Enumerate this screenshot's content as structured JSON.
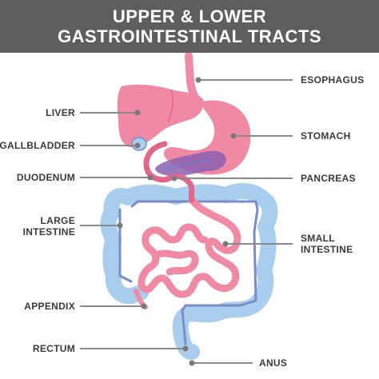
{
  "header": {
    "title_line1": "UPPER & LOWER",
    "title_line2": "GASTROINTESTINAL TRACTS"
  },
  "labels": {
    "esophagus": "ESOPHAGUS",
    "liver": "LIVER",
    "stomach": "STOMACH",
    "gallbladder": "GALLBLADDER",
    "duodenum": "DUODENUM",
    "pancreas": "PANCREAS",
    "large_intestine_1": "LARGE",
    "large_intestine_2": "INTESTINE",
    "small_intestine_1": "SMALL",
    "small_intestine_2": "INTESTINE",
    "appendix": "APPENDIX",
    "rectum": "RECTUM",
    "anus": "ANUS"
  },
  "colors": {
    "header": "#5e5e5e",
    "organ_pink": "#f08aa4",
    "organ_pink_dark": "#e0668a",
    "intestine_blue": "#a9cdec",
    "intestine_outline": "#7a8cc8",
    "pancreas_purple": "#8b5fb0",
    "leader_line": "#8a8a8a",
    "leader_dot": "#7a7a7a"
  }
}
